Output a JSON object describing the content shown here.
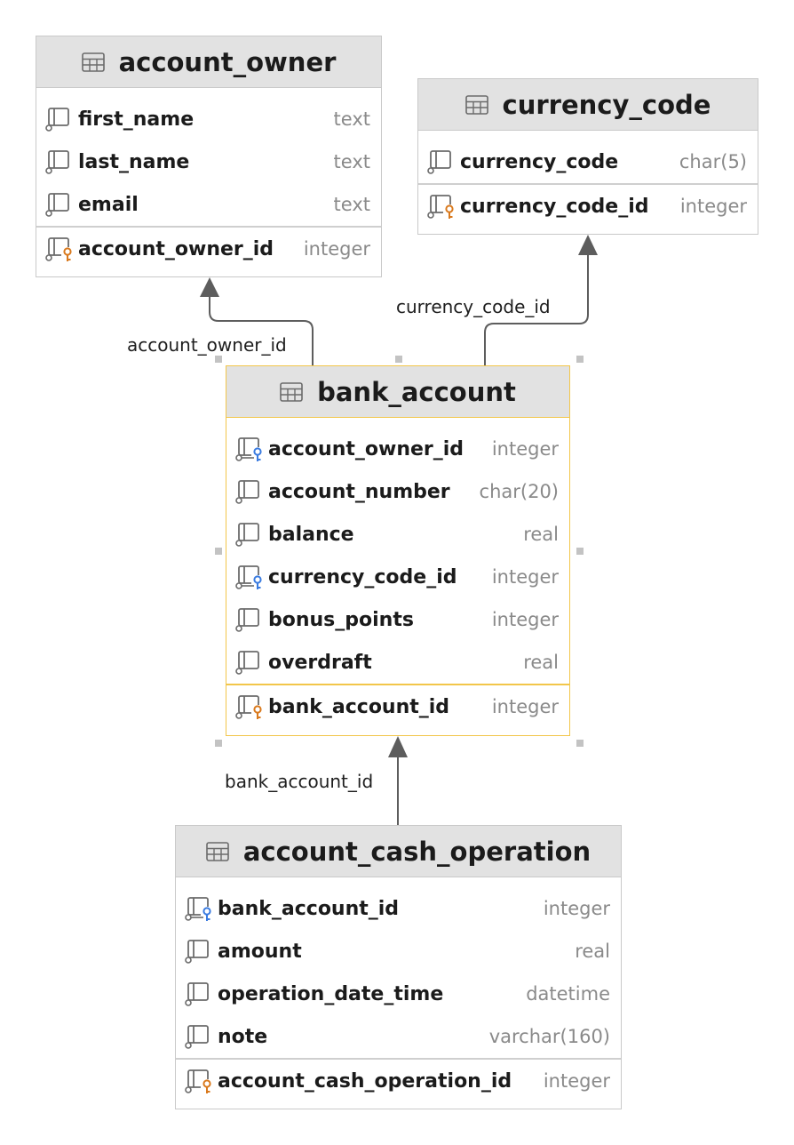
{
  "colors": {
    "header_bg": "#e2e2e2",
    "border": "#c9c9c9",
    "selection": "#f2c64a",
    "primary_key_icon": "#d9791d",
    "foreign_key_icon": "#3a7be0",
    "column_type_text": "#8a8a8a",
    "connector": "#5d5d5d"
  },
  "tables": {
    "account_owner": {
      "title": "account_owner",
      "columns": [
        {
          "name": "first_name",
          "type": "text",
          "icon": "column-icon"
        },
        {
          "name": "last_name",
          "type": "text",
          "icon": "column-icon"
        },
        {
          "name": "email",
          "type": "text",
          "icon": "column-icon"
        }
      ],
      "key_columns": [
        {
          "name": "account_owner_id",
          "type": "integer",
          "icon": "primary-key-icon"
        }
      ]
    },
    "currency_code": {
      "title": "currency_code",
      "columns": [
        {
          "name": "currency_code",
          "type": "char(5)",
          "icon": "column-icon"
        }
      ],
      "key_columns": [
        {
          "name": "currency_code_id",
          "type": "integer",
          "icon": "primary-key-icon"
        }
      ]
    },
    "bank_account": {
      "title": "bank_account",
      "columns": [
        {
          "name": "account_owner_id",
          "type": "integer",
          "icon": "foreign-key-icon"
        },
        {
          "name": "account_number",
          "type": "char(20)",
          "icon": "column-icon"
        },
        {
          "name": "balance",
          "type": "real",
          "icon": "column-icon"
        },
        {
          "name": "currency_code_id",
          "type": "integer",
          "icon": "foreign-key-icon"
        },
        {
          "name": "bonus_points",
          "type": "integer",
          "icon": "column-icon"
        },
        {
          "name": "overdraft",
          "type": "real",
          "icon": "column-icon"
        }
      ],
      "key_columns": [
        {
          "name": "bank_account_id",
          "type": "integer",
          "icon": "primary-key-icon"
        }
      ]
    },
    "account_cash_operation": {
      "title": "account_cash_operation",
      "columns": [
        {
          "name": "bank_account_id",
          "type": "integer",
          "icon": "foreign-key-icon"
        },
        {
          "name": "amount",
          "type": "real",
          "icon": "column-icon"
        },
        {
          "name": "operation_date_time",
          "type": "datetime",
          "icon": "column-icon"
        },
        {
          "name": "note",
          "type": "varchar(160)",
          "icon": "column-icon"
        }
      ],
      "key_columns": [
        {
          "name": "account_cash_operation_id",
          "type": "integer",
          "icon": "primary-key-icon"
        }
      ]
    }
  },
  "relationships": [
    {
      "from": "bank_account",
      "to": "account_owner",
      "label": "account_owner_id"
    },
    {
      "from": "bank_account",
      "to": "currency_code",
      "label": "currency_code_id"
    },
    {
      "from": "account_cash_operation",
      "to": "bank_account",
      "label": "bank_account_id"
    }
  ]
}
